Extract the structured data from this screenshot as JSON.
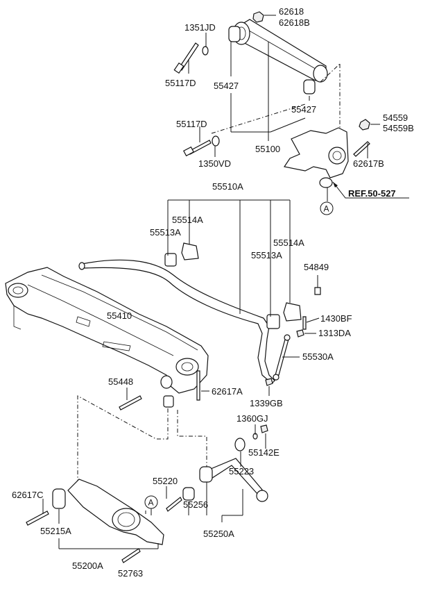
{
  "diagram": {
    "parts": [
      {
        "id": "p62618",
        "label": "62618"
      },
      {
        "id": "p62618B",
        "label": "62618B"
      },
      {
        "id": "p1351JD",
        "label": "1351JD"
      },
      {
        "id": "p55117D_a",
        "label": "55117D"
      },
      {
        "id": "p55427_a",
        "label": "55427"
      },
      {
        "id": "p55427_b",
        "label": "55427"
      },
      {
        "id": "p55117D_b",
        "label": "55117D"
      },
      {
        "id": "p55100",
        "label": "55100"
      },
      {
        "id": "p1350VD",
        "label": "1350VD"
      },
      {
        "id": "p54559",
        "label": "54559"
      },
      {
        "id": "p54559B",
        "label": "54559B"
      },
      {
        "id": "p62617B",
        "label": "62617B"
      },
      {
        "id": "p55510A",
        "label": "55510A"
      },
      {
        "id": "p55514A_a",
        "label": "55514A"
      },
      {
        "id": "p55513A_a",
        "label": "55513A"
      },
      {
        "id": "p55514A_b",
        "label": "55514A"
      },
      {
        "id": "p55513A_b",
        "label": "55513A"
      },
      {
        "id": "p54849",
        "label": "54849"
      },
      {
        "id": "p55410",
        "label": "55410"
      },
      {
        "id": "p1430BF",
        "label": "1430BF"
      },
      {
        "id": "p1313DA",
        "label": "1313DA"
      },
      {
        "id": "p55530A",
        "label": "55530A"
      },
      {
        "id": "p55448",
        "label": "55448"
      },
      {
        "id": "p62617A",
        "label": "62617A"
      },
      {
        "id": "p1339GB",
        "label": "1339GB"
      },
      {
        "id": "p1360GJ",
        "label": "1360GJ"
      },
      {
        "id": "p55142E",
        "label": "55142E"
      },
      {
        "id": "p55223",
        "label": "55223"
      },
      {
        "id": "p55220",
        "label": "55220"
      },
      {
        "id": "p62617C",
        "label": "62617C"
      },
      {
        "id": "p55256",
        "label": "55256"
      },
      {
        "id": "p55215A",
        "label": "55215A"
      },
      {
        "id": "p55250A",
        "label": "55250A"
      },
      {
        "id": "p55200A",
        "label": "55200A"
      },
      {
        "id": "p52763",
        "label": "52763"
      }
    ],
    "reference": "REF.50-527",
    "callout_a_top": "A",
    "callout_a_bottom": "A"
  }
}
